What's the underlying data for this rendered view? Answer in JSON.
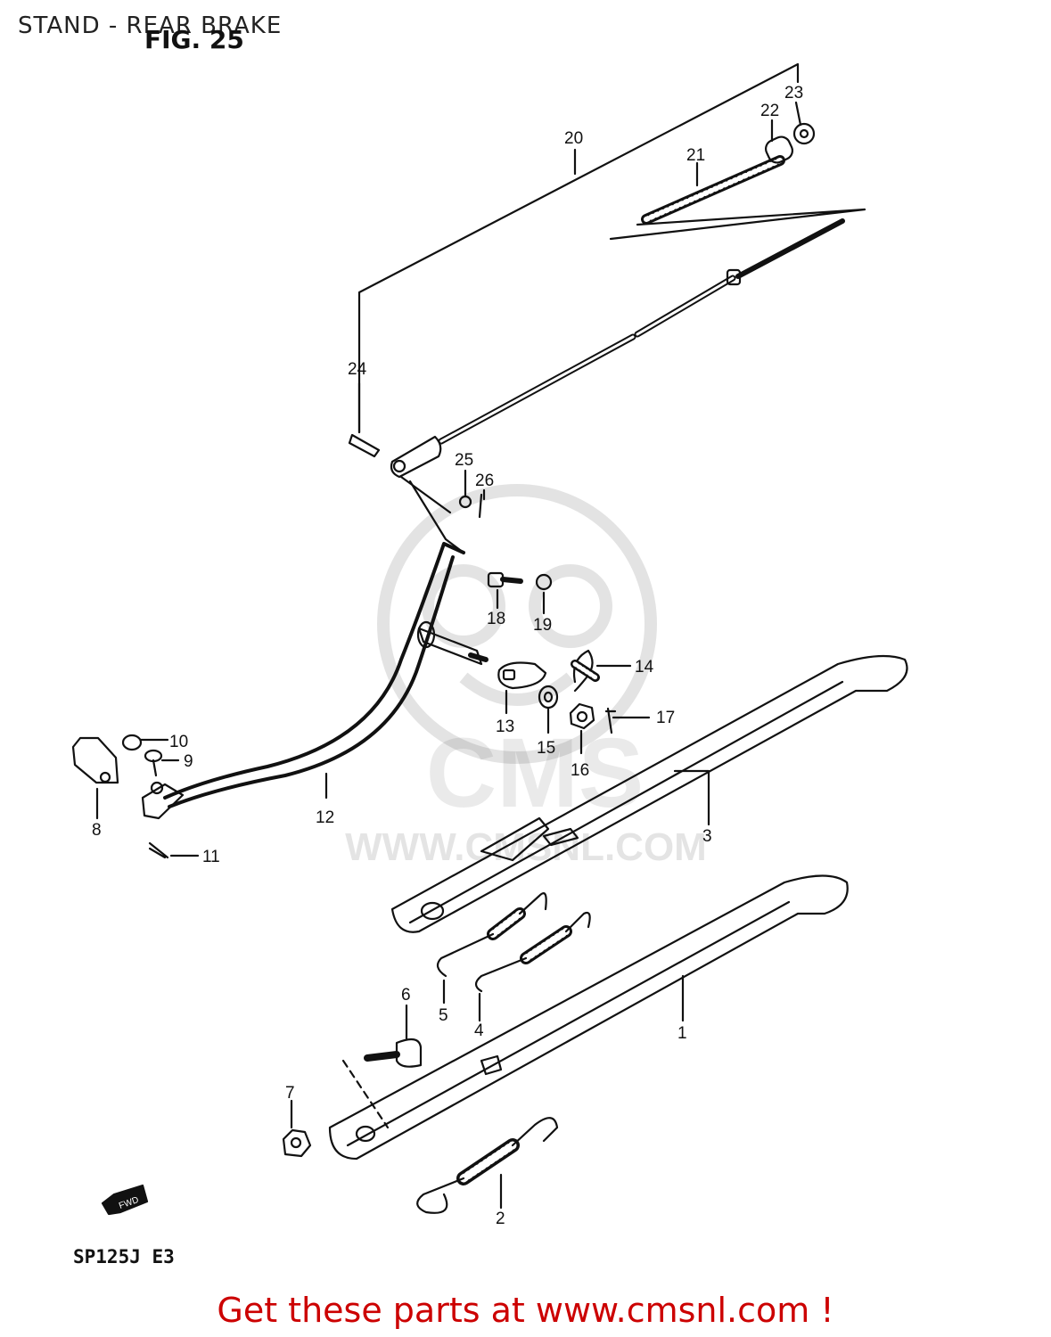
{
  "header": {
    "title": "STAND - REAR BRAKE",
    "figure": "FIG. 25"
  },
  "diagram": {
    "model_code": "SP125J E3",
    "fwd_label": "FWD",
    "watermark": {
      "brand": "CMS",
      "site": "WWW.CMSNL.COM"
    },
    "callouts": [
      "1",
      "2",
      "3",
      "4",
      "5",
      "6",
      "7",
      "8",
      "9",
      "10",
      "11",
      "12",
      "13",
      "14",
      "15",
      "16",
      "17",
      "18",
      "19",
      "20",
      "21",
      "22",
      "23",
      "24",
      "25",
      "26"
    ]
  },
  "footer": {
    "promo": "Get these parts at www.cmsnl.com !"
  }
}
